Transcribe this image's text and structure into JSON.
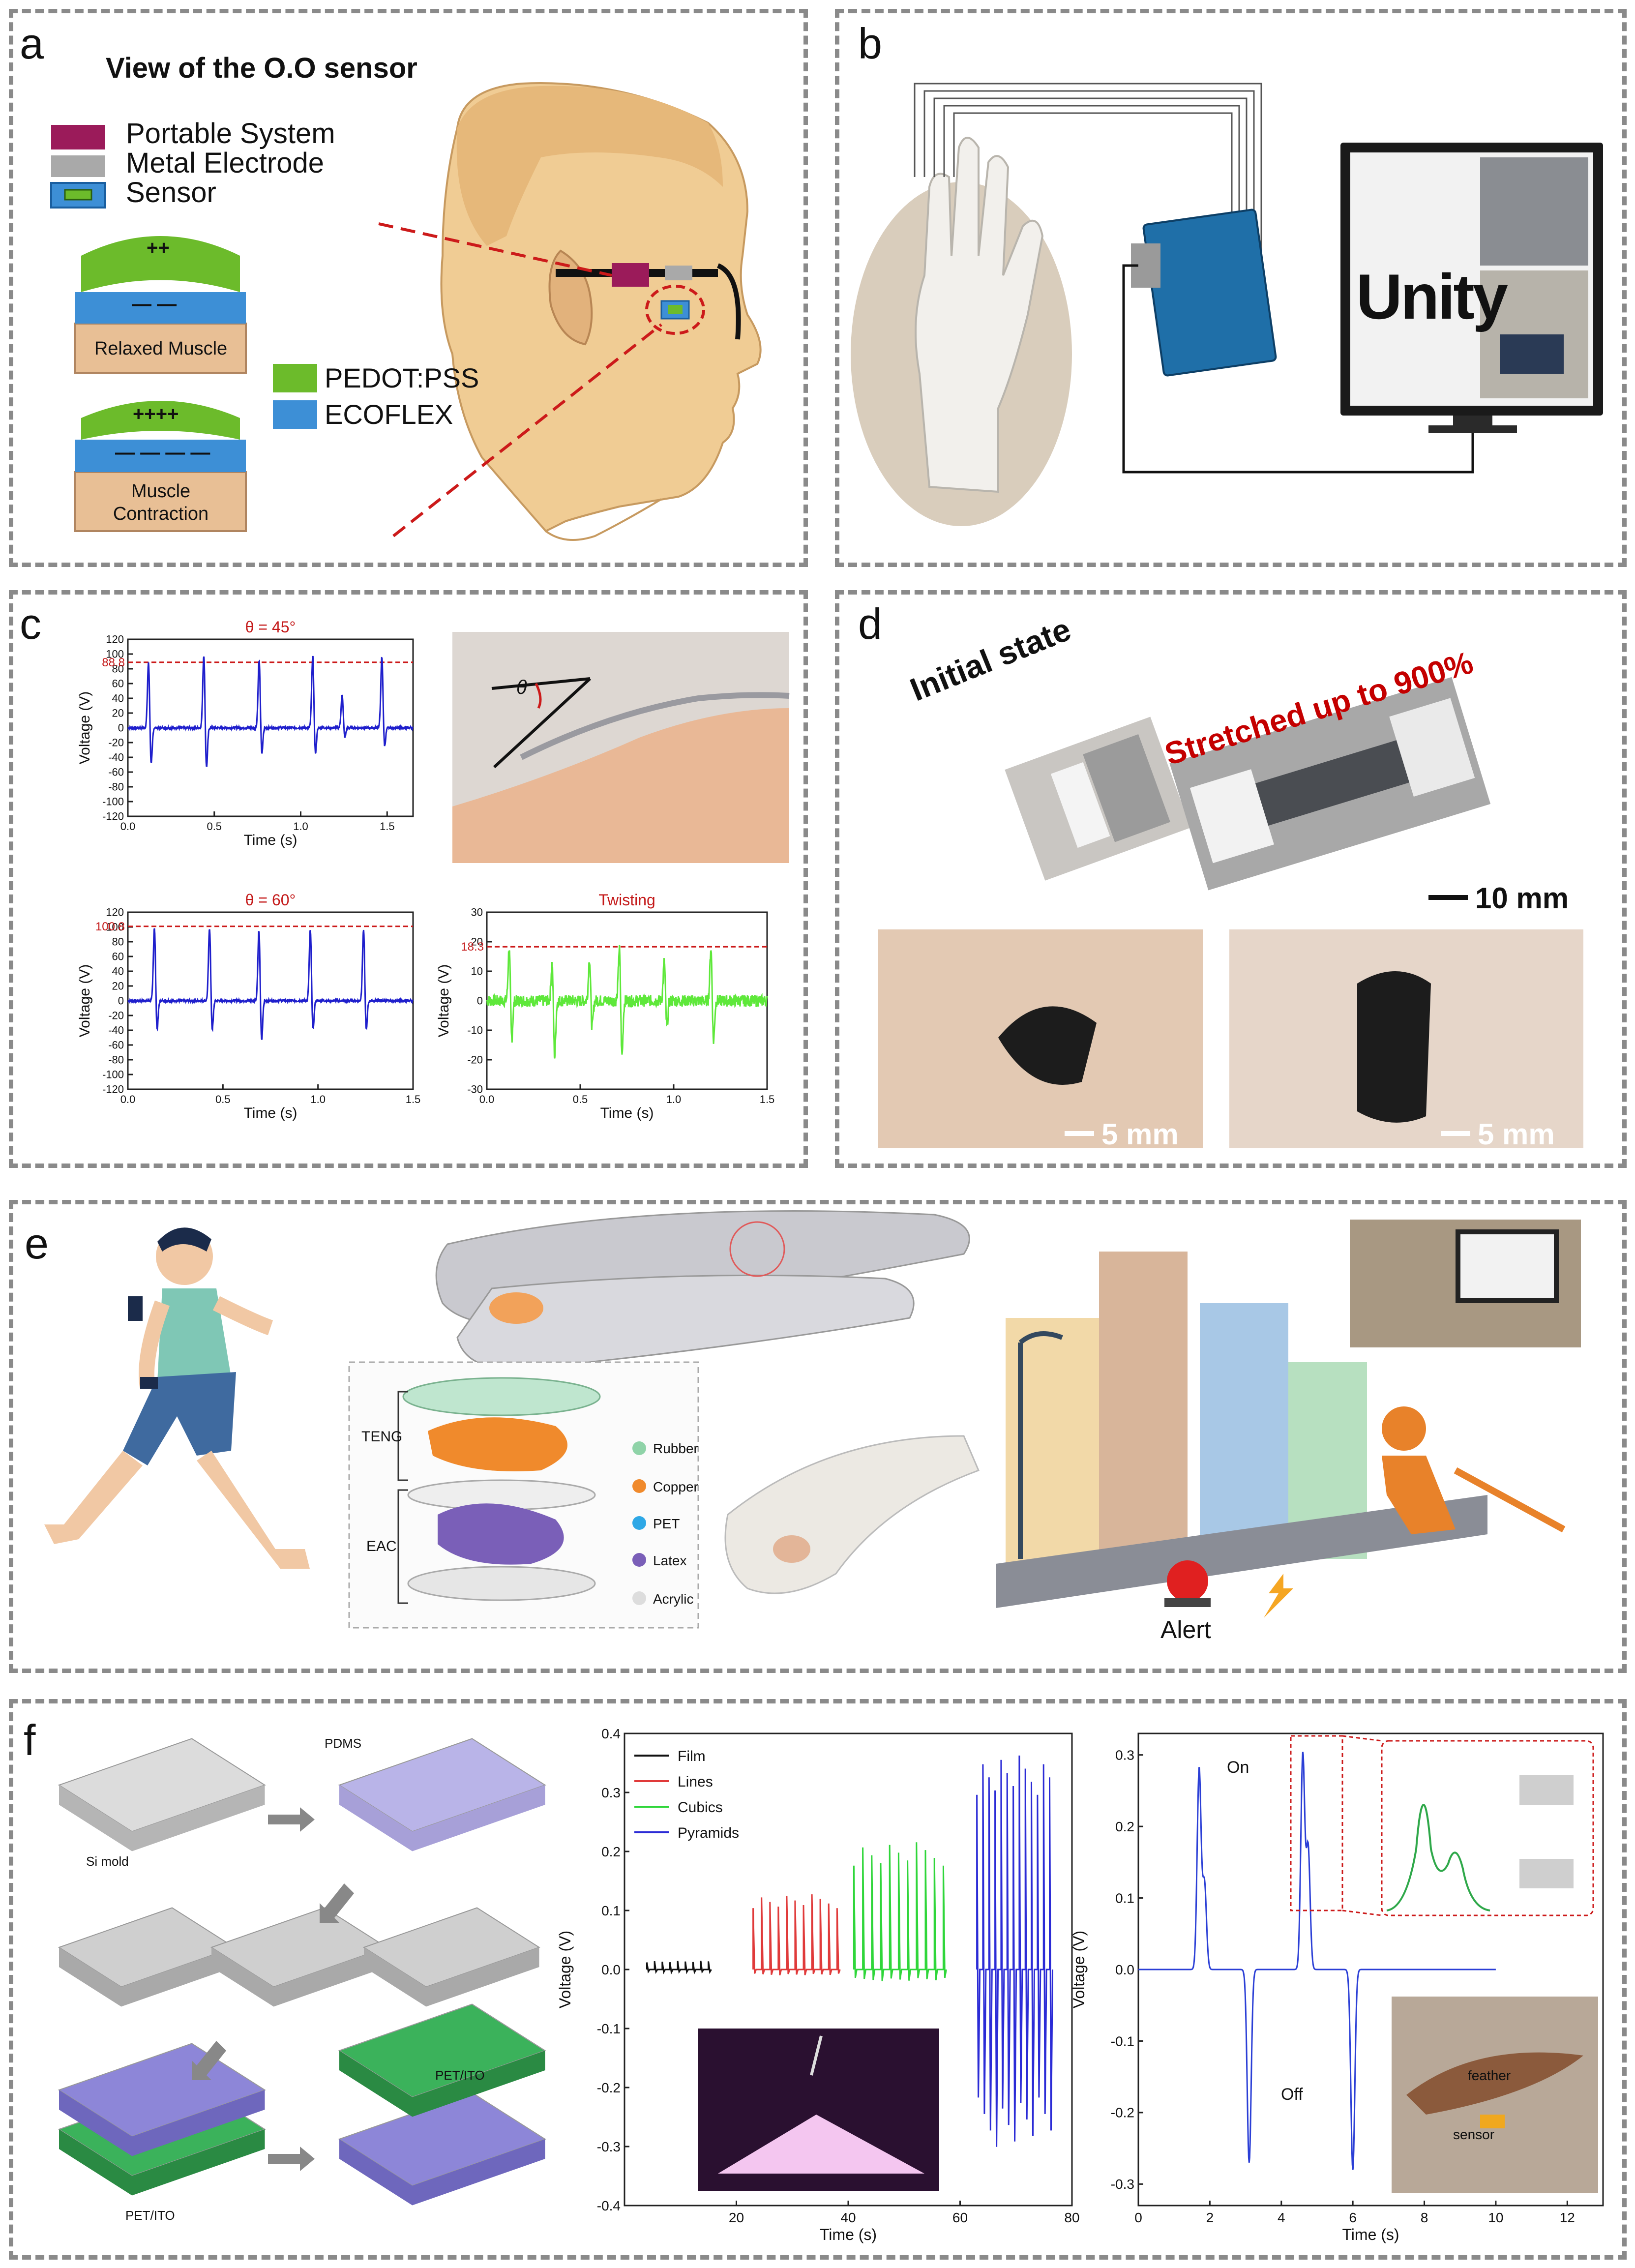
{
  "panels": {
    "a": {
      "label": "a",
      "title": "View of the O.O sensor",
      "legend": [
        "Portable System",
        "Metal Electrode",
        "Sensor"
      ],
      "materials": [
        "PEDOT:PSS",
        "ECOFLEX"
      ],
      "states": {
        "relaxed": "Relaxed Muscle",
        "contraction_1": "Muscle",
        "contraction_2": "Contraction"
      },
      "charges": {
        "top_relaxed": "++",
        "bottom_relaxed": "— —",
        "top_contract": "++++",
        "bottom_contract": "— — — —"
      },
      "colors": {
        "portable": "#9b1b5a",
        "electrode": "#a9a9a9",
        "sensor": "#3d8fd6",
        "pedot": "#6cbb2b",
        "ecoflex": "#3d8fd6",
        "muscle": "#e8bf95"
      }
    },
    "b": {
      "label": "b",
      "screen_text": "Unity"
    },
    "c": {
      "label": "c",
      "angle_symbol": "θ",
      "plots": [
        {
          "title": "θ = 45°",
          "ylabel": "Voltage (V)",
          "xlabel": "Time (s)",
          "peak_label": "88.8"
        },
        {
          "title": "θ = 60°",
          "ylabel": "Voltage (V)",
          "xlabel": "Time (s)",
          "peak_label": "100.8"
        },
        {
          "title": "Twisting",
          "ylabel": "Voltage (V)",
          "xlabel": "Time (s)",
          "peak_label": "18.3"
        }
      ]
    },
    "d": {
      "label": "d",
      "initial": "Initial state",
      "stretched": "Stretched up to 900%",
      "scale_1": "10 mm",
      "scale_2": "5 mm",
      "scale_3": "5 mm"
    },
    "e": {
      "label": "e",
      "layers": [
        "Rubber",
        "Copper",
        "PET",
        "Latex",
        "Acrylic"
      ],
      "layer_colors": [
        "#8fd3a8",
        "#f08a2c",
        "#2ea8e6",
        "#7a5fb8",
        "#dddddd"
      ],
      "groups": [
        "TENG",
        "EAC"
      ],
      "alert": "Alert"
    },
    "f": {
      "label": "f",
      "process": {
        "pdms": "PDMS",
        "si_mold": "Si mold",
        "pet_ito_1": "PET/ITO",
        "pet_ito_2": "PET/ITO"
      },
      "chart2": {
        "ylabel": "Voltage (V)",
        "xlabel": "Time (s)",
        "legend": [
          "Film",
          "Lines",
          "Cubics",
          "Pyramids"
        ]
      },
      "chart3": {
        "ylabel": "Voltage (V)",
        "xlabel": "Time (s)",
        "on": "On",
        "off": "Off",
        "feather": "feather",
        "sensor": "sensor"
      }
    }
  },
  "chart_data": [
    {
      "type": "line",
      "title": "θ = 45°",
      "xlabel": "Time (s)",
      "ylabel": "Voltage (V)",
      "xlim": [
        0,
        1.65
      ],
      "ylim": [
        -120,
        120
      ],
      "xticks": [
        "0.0",
        "0.5",
        "1.0",
        "1.5"
      ],
      "yticks": [
        "-120",
        "-100",
        "-80",
        "-60",
        "-40",
        "-20",
        "0",
        "20",
        "40",
        "60",
        "80",
        "100",
        "120"
      ],
      "reference_line": 88.8,
      "peaks": [
        {
          "x": 0.12,
          "max": 92,
          "min": -55
        },
        {
          "x": 0.44,
          "max": 103,
          "min": -60
        },
        {
          "x": 0.76,
          "max": 95,
          "min": -40
        },
        {
          "x": 1.07,
          "max": 100,
          "min": -40
        },
        {
          "x": 1.24,
          "max": 45,
          "min": -15
        },
        {
          "x": 1.47,
          "max": 98,
          "min": -30
        }
      ],
      "color": "#1f1fcc"
    },
    {
      "type": "line",
      "title": "θ = 60°",
      "xlabel": "Time (s)",
      "ylabel": "Voltage (V)",
      "xlim": [
        0,
        1.5
      ],
      "ylim": [
        -120,
        120
      ],
      "xticks": [
        "0.0",
        "0.5",
        "1.0",
        "1.5"
      ],
      "yticks": [
        "-120",
        "-100",
        "-80",
        "-60",
        "-40",
        "-20",
        "0",
        "20",
        "40",
        "60",
        "80",
        "100",
        "120"
      ],
      "reference_line": 100.8,
      "peaks": [
        {
          "x": 0.14,
          "max": 103,
          "min": -45
        },
        {
          "x": 0.43,
          "max": 102,
          "min": -45
        },
        {
          "x": 0.69,
          "max": 100,
          "min": -60
        },
        {
          "x": 0.96,
          "max": 100,
          "min": -45
        },
        {
          "x": 1.24,
          "max": 100,
          "min": -45
        }
      ],
      "color": "#1f1fcc"
    },
    {
      "type": "line",
      "title": "Twisting",
      "xlabel": "Time (s)",
      "ylabel": "Voltage (V)",
      "xlim": [
        0,
        1.5
      ],
      "ylim": [
        -30,
        30
      ],
      "xticks": [
        "0.0",
        "0.5",
        "1.0",
        "1.5"
      ],
      "yticks": [
        "-30",
        "-20",
        "-10",
        "0",
        "10",
        "20",
        "30"
      ],
      "reference_line": 18.3,
      "peaks": [
        {
          "x": 0.12,
          "max": 19,
          "min": -14
        },
        {
          "x": 0.35,
          "max": 14,
          "min": -20
        },
        {
          "x": 0.55,
          "max": 15,
          "min": -10
        },
        {
          "x": 0.71,
          "max": 19,
          "min": -20
        },
        {
          "x": 0.95,
          "max": 14,
          "min": -10
        },
        {
          "x": 1.2,
          "max": 19,
          "min": -15
        }
      ],
      "color": "#5ee83a"
    },
    {
      "type": "line",
      "xlabel": "Time (s)",
      "ylabel": "Voltage (V)",
      "xlim": [
        0,
        80
      ],
      "ylim": [
        -0.4,
        0.4
      ],
      "xticks": [
        "20",
        "40",
        "60",
        "80"
      ],
      "yticks": [
        "-0.4",
        "-0.3",
        "-0.2",
        "-0.1",
        "0.0",
        "0.1",
        "0.2",
        "0.3",
        "0.4"
      ],
      "series": [
        {
          "name": "Film",
          "color": "#111111",
          "x_start": 4,
          "x_end": 15,
          "count": 9,
          "max": 0.015,
          "min": -0.005
        },
        {
          "name": "Lines",
          "color": "#e03a3a",
          "x_start": 23,
          "x_end": 38,
          "count": 11,
          "max": 0.13,
          "min": -0.01
        },
        {
          "name": "Cubics",
          "color": "#2fd63a",
          "x_start": 41,
          "x_end": 57,
          "count": 11,
          "max": 0.22,
          "min": -0.02
        },
        {
          "name": "Pyramids",
          "color": "#2b2bd6",
          "x_start": 63,
          "x_end": 76,
          "count": 13,
          "max": 0.37,
          "min": -0.31
        }
      ]
    },
    {
      "type": "line",
      "xlabel": "Time (s)",
      "ylabel": "Voltage (V)",
      "xlim": [
        0,
        13
      ],
      "ylim": [
        -0.33,
        0.33
      ],
      "xticks": [
        "0",
        "2",
        "4",
        "6",
        "8",
        "10",
        "12"
      ],
      "yticks": [
        "-0.3",
        "-0.2",
        "-0.1",
        "0.0",
        "0.1",
        "0.2",
        "0.3"
      ],
      "events": [
        {
          "x": 1.7,
          "v": 0.28
        },
        {
          "x": 1.85,
          "v": 0.12
        },
        {
          "x": 3.1,
          "v": -0.27
        },
        {
          "x": 4.6,
          "v": 0.3
        },
        {
          "x": 4.75,
          "v": 0.17
        },
        {
          "x": 6.0,
          "v": -0.28
        }
      ],
      "color": "#2b3fd6"
    }
  ]
}
